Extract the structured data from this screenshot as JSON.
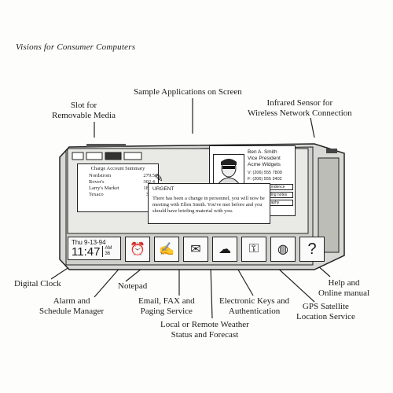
{
  "header": "Visions for Consumer Computers",
  "callouts": {
    "sample_apps": "Sample Applications on Screen",
    "slot": [
      "Slot for",
      "Removable Media"
    ],
    "infrared": [
      "Infrared Sensor for",
      "Wireless Network Connection"
    ],
    "digital_clock": "Digital Clock",
    "alarm": [
      "Alarm and",
      "Schedule Manager"
    ],
    "notepad": "Notepad",
    "email": [
      "Email, FAX and",
      "Paging Service"
    ],
    "weather": [
      "Local or Remote Weather",
      "Status and Forecast"
    ],
    "keys": [
      "Electronic Keys and",
      "Authentication"
    ],
    "gps": [
      "GPS Satellite",
      "Location Service"
    ],
    "help": [
      "Help and",
      "Online manual"
    ]
  },
  "screen": {
    "charge_summary": {
      "title": "Charge Account Summary",
      "rows": [
        {
          "name": "Nordstrom",
          "amount": "279.5"
        },
        {
          "name": "Rover's",
          "amount": "302.4"
        },
        {
          "name": "Larry's Market",
          "amount": "189.2"
        },
        {
          "name": "Texaco",
          "amount": "32.0"
        }
      ]
    },
    "contact": {
      "name": "Ben A. Smith",
      "title": "Vice President",
      "company": "Acme Widgets",
      "phone_v": "V: (206) 555 7809",
      "phone_f": "F: (206) 555 3402",
      "buttons": [
        "Correspondence",
        "Last meeting notes",
        "Biography"
      ]
    },
    "urgent": {
      "heading": "URGENT",
      "message": "There has been a change in personnel, you will now be meeting with Ellen Smith. You've met before and you should have briefing material with you."
    },
    "clock": {
      "date": "Thu 9-13-94",
      "time": "11:47",
      "ampm": "AM",
      "seconds": "36"
    }
  }
}
